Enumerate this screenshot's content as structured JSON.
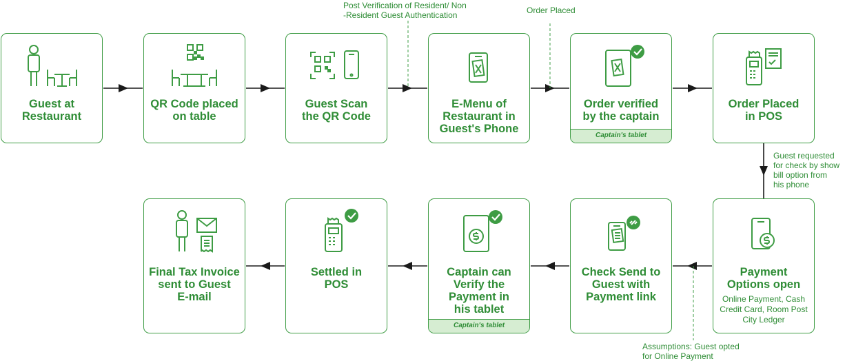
{
  "steps": [
    {
      "label": "Guest at\nRestaurant",
      "icon": "guest-table-icon"
    },
    {
      "label": "QR Code placed\non table",
      "icon": "qr-table-icon"
    },
    {
      "label": "Guest Scan\nthe QR Code",
      "icon": "scan-qr-phone-icon"
    },
    {
      "label": "E-Menu of\nRestaurant in\nGuest's Phone",
      "icon": "phone-menu-icon"
    },
    {
      "label": "Order verified\nby the captain",
      "icon": "tablet-verified-icon",
      "footer": "Captain's tablet"
    },
    {
      "label": "Order Placed\nin POS",
      "icon": "pos-receipt-icon"
    },
    {
      "label": "Payment\nOptions open",
      "icon": "phone-payment-icon",
      "sub": "Online Payment, Cash\nCredit Card, Room Post\nCity Ledger"
    },
    {
      "label": "Check Send to\nGuest with\nPayment link",
      "icon": "phone-payment-link-icon"
    },
    {
      "label": "Captain can\nVerify the\nPayment in\nhis tablet",
      "icon": "tablet-payment-verified-icon",
      "footer": "Captain's tablet"
    },
    {
      "label": "Settled in\nPOS",
      "icon": "pos-settled-icon"
    },
    {
      "label": "Final Tax Invoice\nsent to Guest\nE-mail",
      "icon": "guest-invoice-email-icon"
    }
  ],
  "annotations": {
    "verification": "Post Verification of Resident/ Non\n-Resident Guest Authentication",
    "order_placed": "Order Placed",
    "check_request": "Guest requested\nfor check by show\nbill option from\nhis phone",
    "assumption": "Assumptions: Guest opted\n for Online Payment"
  },
  "colors": {
    "accent": "#3e9c44",
    "text": "#2f8d36",
    "footer_fill": "#d6edd2",
    "connector": "#1a1a1a"
  }
}
